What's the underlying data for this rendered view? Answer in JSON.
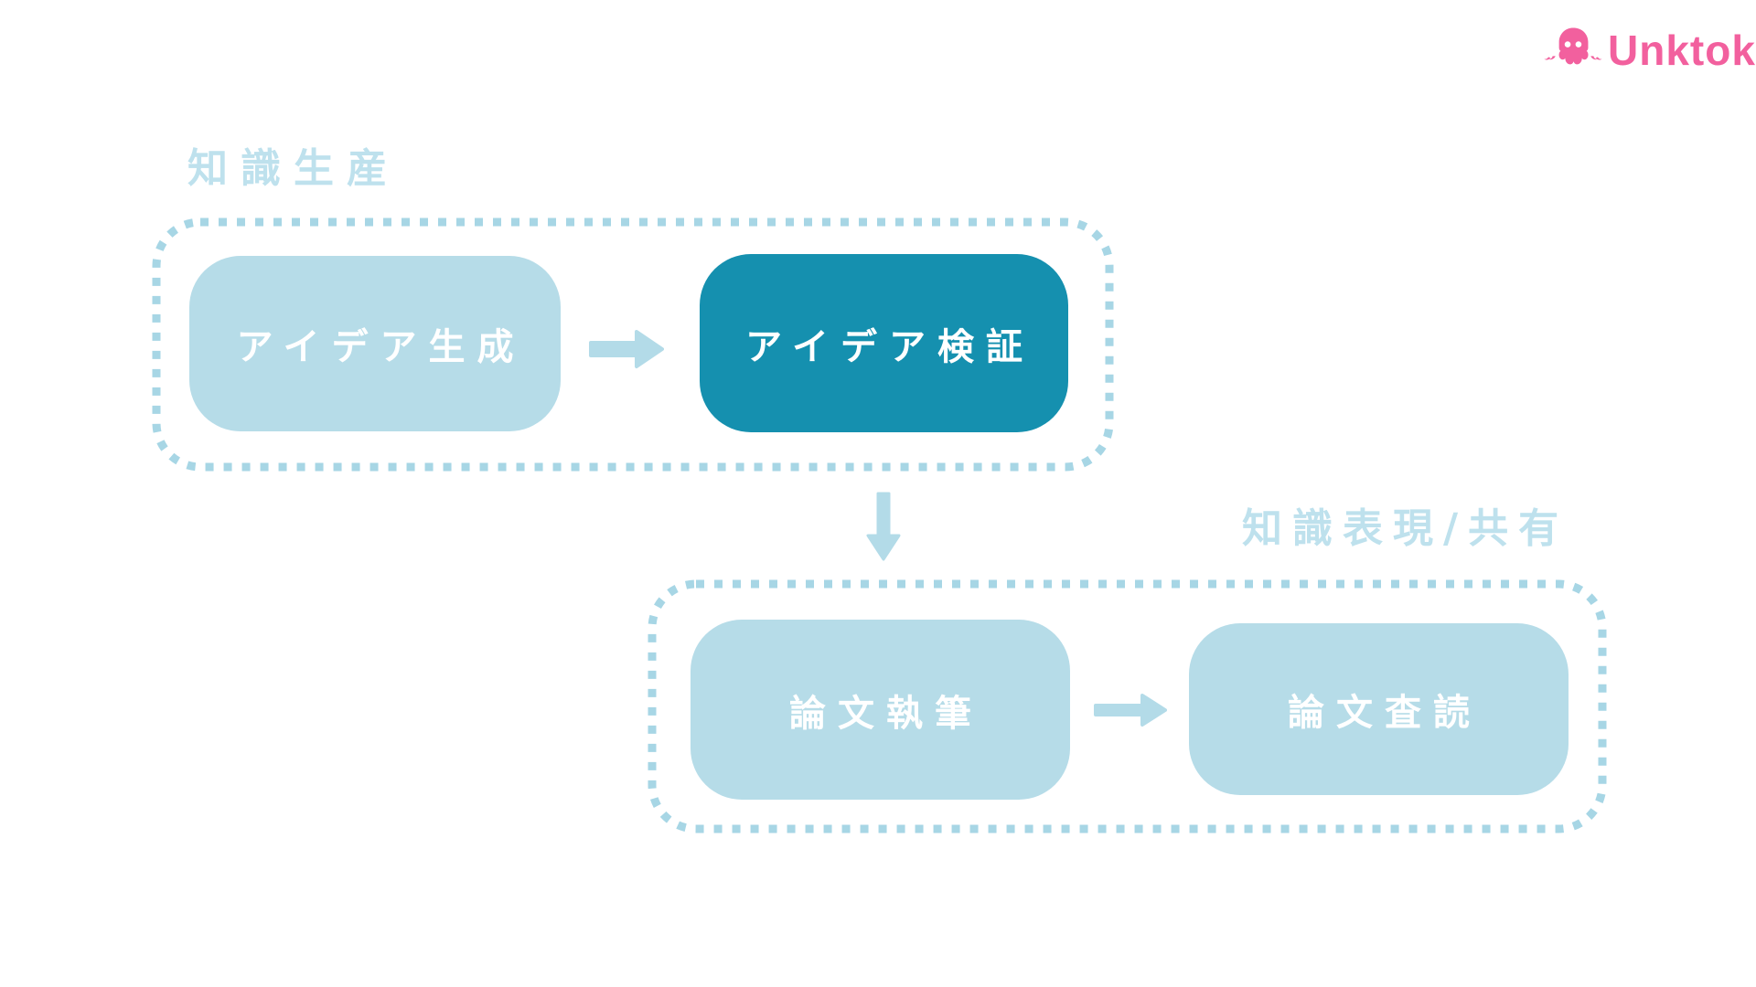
{
  "logo": {
    "brand": "Unktok",
    "icon": "octopus-icon",
    "brand_color": "#f2609e"
  },
  "diagram": {
    "groups": [
      {
        "label": "知識生産",
        "boxes": [
          {
            "text": "アイデア生成",
            "variant": "light"
          },
          {
            "text": "アイデア検証",
            "variant": "dark"
          }
        ]
      },
      {
        "label": "知識表現/共有",
        "boxes": [
          {
            "text": "論文執筆",
            "variant": "light"
          },
          {
            "text": "論文査読",
            "variant": "light"
          }
        ]
      }
    ],
    "flow": [
      "アイデア生成 → アイデア検証",
      "アイデア検証 ↓ 論文執筆",
      "論文執筆 → 論文査読"
    ],
    "colors": {
      "box_light": "#b6dce8",
      "box_dark": "#1590af",
      "dotted_border": "#a7d6e5",
      "arrow": "#b3dbe8",
      "label_text": "#bee1ed",
      "box_text": "#ffffff",
      "background": "#ffffff"
    }
  }
}
